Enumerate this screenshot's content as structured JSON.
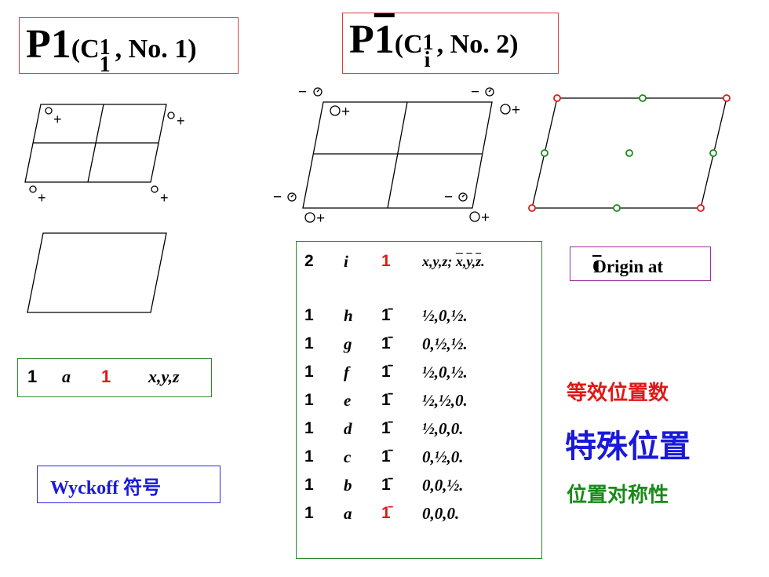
{
  "titles": {
    "p1": {
      "main": "P1",
      "paren_open": "(C",
      "sub": "1",
      "sup": "1",
      "rest": ", No. 1)"
    },
    "p1bar": {
      "main": "P",
      "bar": "1",
      "paren_open": "(C",
      "sub": "i",
      "sup": "1",
      "rest": ", No. 2)"
    }
  },
  "symbols": {
    "plus": "+",
    "minus": "−",
    "comma": ","
  },
  "p1_wyckoff": {
    "multiplicity": "1",
    "letter": "a",
    "symmetry": "1",
    "coords": "x,y,z"
  },
  "p1bar_wyckoff": [
    {
      "multiplicity": "2",
      "letter": "i",
      "symmetry": "1",
      "coords": "x,y,z;",
      "coords2_parts": [
        "x",
        ",",
        "y",
        ",",
        "z",
        "."
      ]
    },
    {
      "multiplicity": "1",
      "letter": "h",
      "symmetry": "1̄",
      "coords": "½,0,½."
    },
    {
      "multiplicity": "1",
      "letter": "g",
      "symmetry": "1̄",
      "coords": "0,½,½."
    },
    {
      "multiplicity": "1",
      "letter": "f",
      "symmetry": "1̄",
      "coords": "½,0,½."
    },
    {
      "multiplicity": "1",
      "letter": "e",
      "symmetry": "1̄",
      "coords": "½,½,0."
    },
    {
      "multiplicity": "1",
      "letter": "d",
      "symmetry": "1̄",
      "coords": "½,0,0."
    },
    {
      "multiplicity": "1",
      "letter": "c",
      "symmetry": "1̄",
      "coords": "0,½,0."
    },
    {
      "multiplicity": "1",
      "letter": "b",
      "symmetry": "1̄",
      "coords": "0,0,½."
    },
    {
      "multiplicity": "1",
      "letter": "a",
      "symmetry": "1̄",
      "coords": "0,0,0."
    }
  ],
  "origin_label": {
    "text": "Origin at ",
    "bar": "1"
  },
  "wyckoff_label": "Wyckoff 符号",
  "legend": {
    "multiplicity": "等效位置数",
    "special_position": "特殊位置",
    "site_symmetry": "位置对称性"
  },
  "colors": {
    "title_border": "#e03c3c",
    "box_green": "#2a8a2a",
    "origin_border": "#9b2f9b",
    "wyckoff_border": "#2b2bd9",
    "red": "#e01818",
    "blue": "#1a1ad6",
    "green": "#1a8a1a"
  }
}
